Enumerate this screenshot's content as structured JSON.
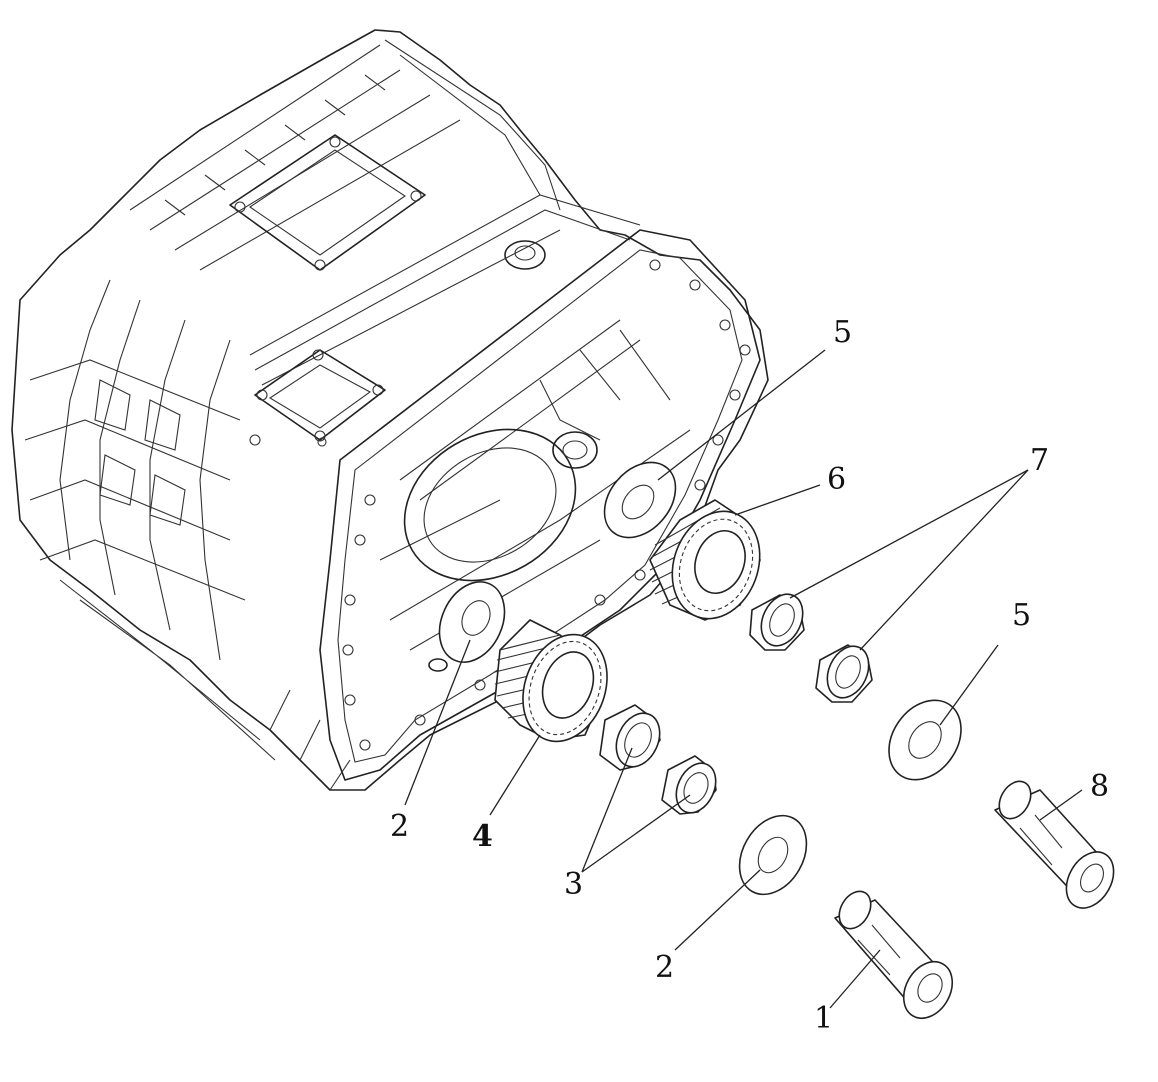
{
  "callouts": {
    "c1": "1",
    "c2a": "2",
    "c2b": "2",
    "c3": "3",
    "c4": "4",
    "c5a": "5",
    "c5b": "5",
    "c6": "6",
    "c7": "7",
    "c8": "8"
  }
}
